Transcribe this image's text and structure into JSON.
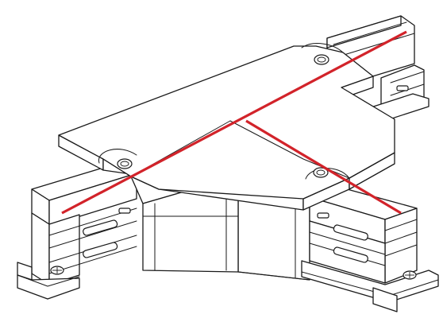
{
  "diagram": {
    "kind": "track-t-connector-line-drawing",
    "colors": {
      "outline": "#1a1a1a",
      "fill": "#ffffff",
      "conductor_marking": "#d2232a"
    },
    "parts": [
      {
        "id": "main-rail",
        "label": ""
      },
      {
        "id": "branch-rail",
        "label": ""
      },
      {
        "id": "top-cover-plate",
        "label": ""
      },
      {
        "id": "screw-hole",
        "count": 3
      },
      {
        "id": "end-cap-screw",
        "count": 2
      },
      {
        "id": "conductor-marking",
        "count": 2
      }
    ]
  }
}
